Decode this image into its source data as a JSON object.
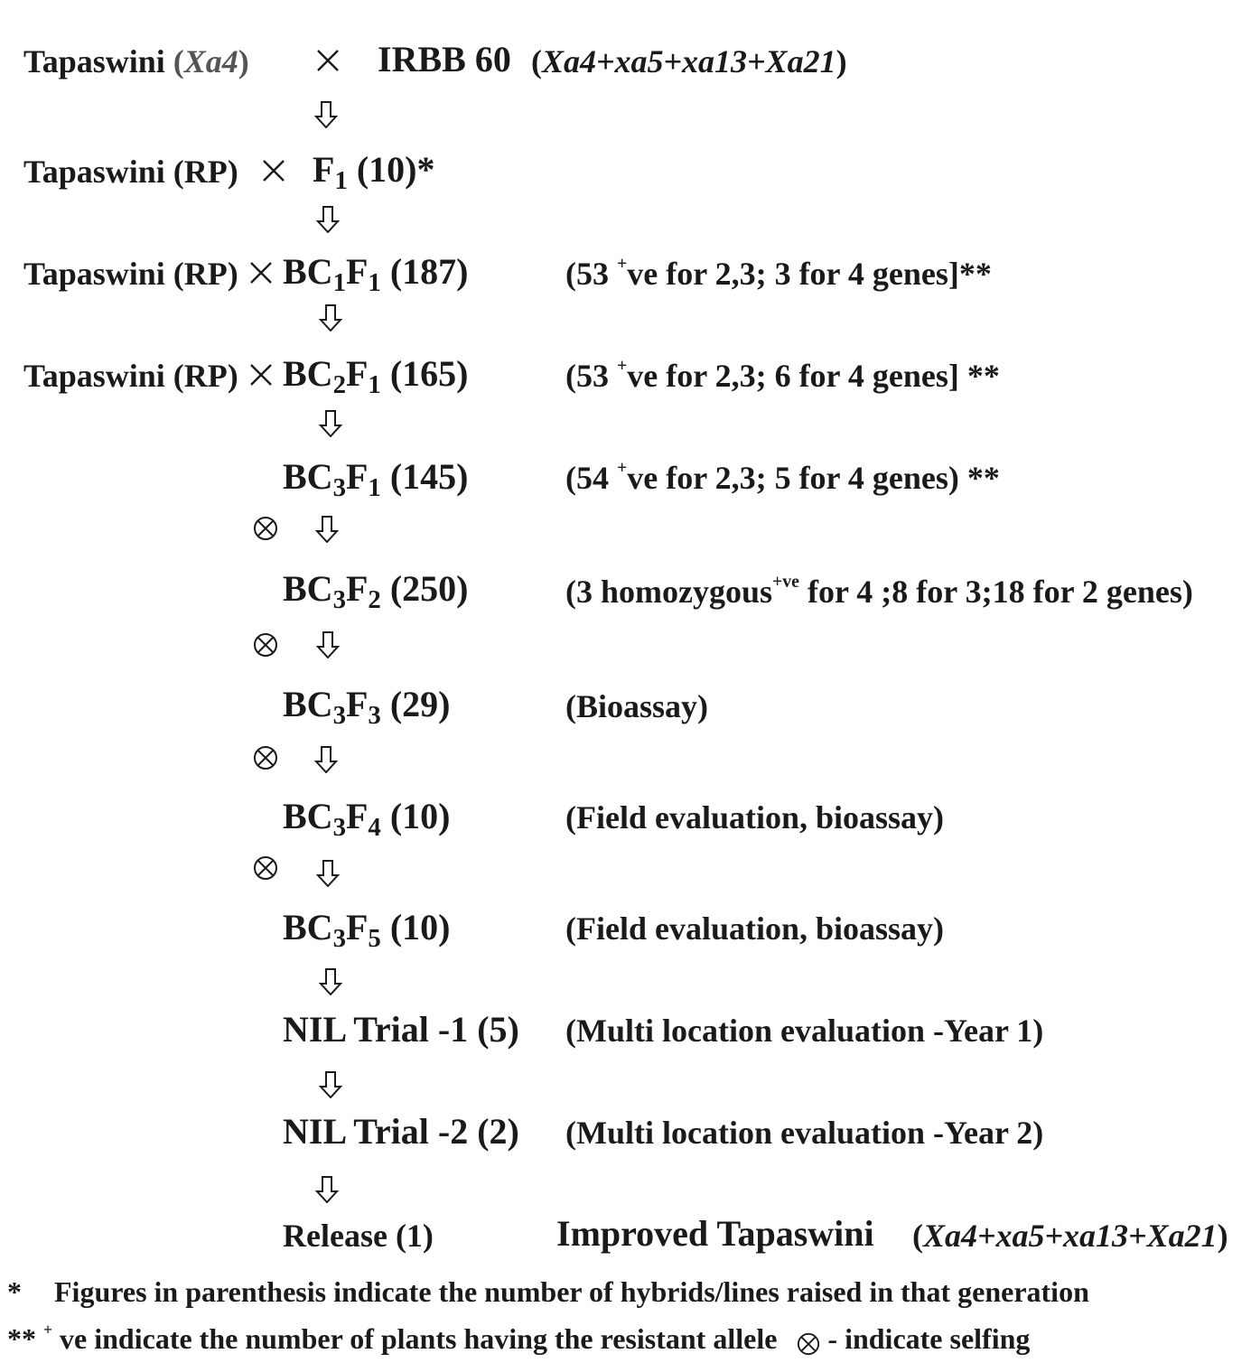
{
  "row1": {
    "left_name": "Tapaswini",
    "left_gene": "Xa4",
    "cross": "×",
    "right_name": "IRBB 60",
    "right_genes": "Xa4+xa5+xa13+Xa21"
  },
  "row2": {
    "left": "Tapaswini (RP)",
    "cross": "×",
    "gen": "F",
    "gen_sub": "1",
    "count": "(10)*"
  },
  "row3": {
    "left": "Tapaswini (RP)",
    "cross": "×",
    "gen_a": "BC",
    "gen_a_sub": "1",
    "gen_b": "F",
    "gen_b_sub": "1",
    "count": "(187)",
    "note_a": "(53 ",
    "note_sup": "+",
    "note_b": "ve for 2,3; 3 for 4 genes]**"
  },
  "row4": {
    "left": "Tapaswini (RP)",
    "cross": "×",
    "gen_a": "BC",
    "gen_a_sub": "2",
    "gen_b": "F",
    "gen_b_sub": "1",
    "count": "(165)",
    "note_a": "(53 ",
    "note_sup": "+",
    "note_b": "ve for 2,3; 6 for 4 genes] **"
  },
  "row5": {
    "gen_a": "BC",
    "gen_a_sub": "3",
    "gen_b": "F",
    "gen_b_sub": "1",
    "count": "(145)",
    "note_a": "(54 ",
    "note_sup": "+",
    "note_b": "ve for 2,3; 5 for 4 genes) **"
  },
  "row6": {
    "gen_a": "BC",
    "gen_a_sub": "3",
    "gen_b": "F",
    "gen_b_sub": "2",
    "count": "(250)",
    "note_a": "(3 homozygous",
    "note_sup": "+ve",
    "note_b": " for 4 ;8 for 3;18 for 2 genes)"
  },
  "row7": {
    "gen_a": "BC",
    "gen_a_sub": "3",
    "gen_b": "F",
    "gen_b_sub": "3",
    "count": "(29)",
    "note": "(Bioassay)"
  },
  "row8": {
    "gen_a": "BC",
    "gen_a_sub": "3",
    "gen_b": "F",
    "gen_b_sub": "4",
    "count": "(10)",
    "note": "(Field evaluation, bioassay)"
  },
  "row9": {
    "gen_a": "BC",
    "gen_a_sub": "3",
    "gen_b": "F",
    "gen_b_sub": "5",
    "count": "(10)",
    "note": "(Field evaluation, bioassay)"
  },
  "row10": {
    "label": "NIL Trial -1 (5)",
    "note": "(Multi location evaluation -Year 1)"
  },
  "row11": {
    "label": "NIL Trial -2 (2)",
    "note": "(Multi location evaluation -Year 2)"
  },
  "row12": {
    "label": "Release (1)",
    "variety": "Improved Tapaswini",
    "genes": "Xa4+xa5+xa13+Xa21"
  },
  "footnote1": {
    "mark": "*",
    "text": "Figures in parenthesis indicate the number of hybrids/lines raised in that generation"
  },
  "footnote2": {
    "mark": "**",
    "sup": "+",
    "text_a": "ve indicate the number of plants having the resistant allele",
    "text_b": "- indicate selfing"
  },
  "icons": {
    "arrow": "down-arrow-icon",
    "selfing": "selfing-symbol-icon"
  }
}
